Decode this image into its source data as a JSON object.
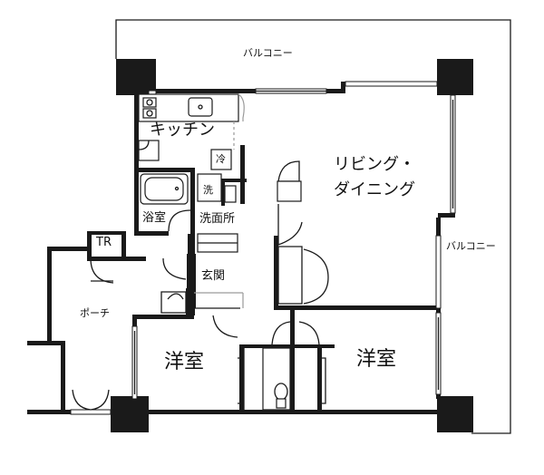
{
  "rooms": {
    "balcony_top": "バルコニー",
    "balcony_right": "バルコニー",
    "kitchen": "キッチン",
    "fridge": "冷",
    "ldk_line1": "リビング・",
    "ldk_line2": "ダイニング",
    "washer": "洗",
    "bath": "浴室",
    "washroom": "洗面所",
    "tr": "TR",
    "entrance": "玄関",
    "porch": "ポーチ",
    "western_left": "洋室",
    "western_right": "洋室"
  }
}
